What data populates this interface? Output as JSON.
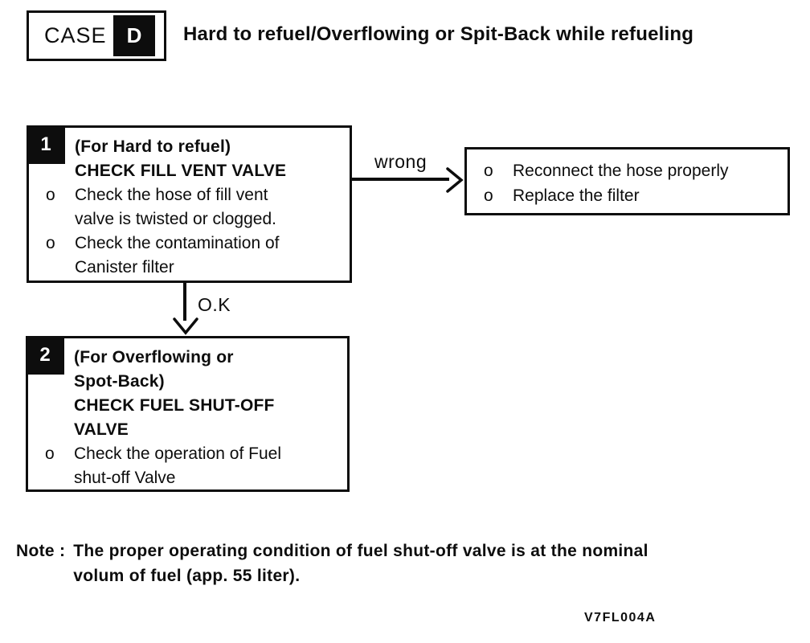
{
  "header": {
    "case_label": "CASE",
    "case_letter": "D",
    "title": "Hard to refuel/Overflowing or Spit-Back while refueling"
  },
  "flowchart": {
    "step1": {
      "number": "1",
      "heading_lines": [
        "(For Hard to refuel)",
        "CHECK FILL VENT VALVE"
      ],
      "bullets": [
        {
          "marker": "o",
          "lines": [
            "Check the hose of fill vent",
            "valve is twisted or clogged."
          ]
        },
        {
          "marker": "o",
          "lines": [
            "Check the contamination of",
            "Canister filter"
          ]
        }
      ]
    },
    "wrong_label": "wrong",
    "wrong_result": {
      "bullets": [
        {
          "marker": "o",
          "text": "Reconnect the hose properly"
        },
        {
          "marker": "o",
          "text": "Replace the filter"
        }
      ]
    },
    "ok_label": "O.K",
    "step2": {
      "number": "2",
      "heading_lines": [
        "(For Overflowing or",
        "Spot-Back)",
        "CHECK FUEL SHUT-OFF",
        "VALVE"
      ],
      "bullets": [
        {
          "marker": "o",
          "lines": [
            "Check the operation of Fuel",
            "shut-off Valve"
          ]
        }
      ]
    }
  },
  "note": {
    "label": "Note :",
    "lines": [
      "The proper operating condition of fuel shut-off valve is at the nominal",
      "volum of fuel (app. 55 liter)."
    ]
  },
  "figure_code": "V7FL004A",
  "colors": {
    "ink": "#0d0d0d",
    "paper": "#ffffff"
  }
}
